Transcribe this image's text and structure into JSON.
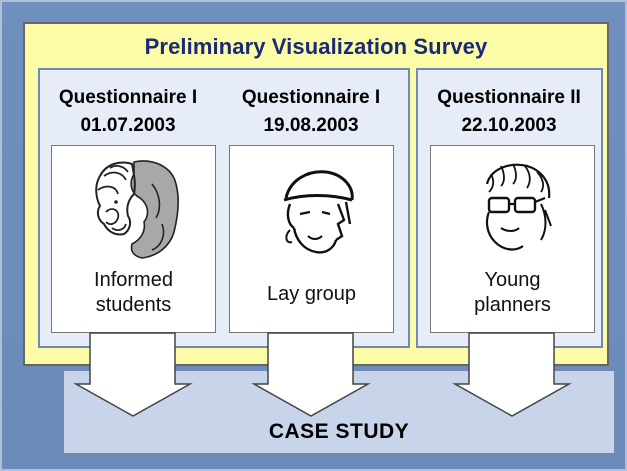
{
  "diagram": {
    "title": "Preliminary Visualization Survey",
    "questionnaires": [
      {
        "name": "Questionnaire I",
        "date": "01.07.2003",
        "group_line1": "Informed",
        "group_line2": "students",
        "face_icon": "face-curly-hair-icon"
      },
      {
        "name": "Questionnaire I",
        "date": "19.08.2003",
        "group_line1": "Lay group",
        "group_line2": "",
        "face_icon": "face-cap-icon"
      },
      {
        "name": "Questionnaire II",
        "date": "22.10.2003",
        "group_line1": "Young",
        "group_line2": "planners",
        "face_icon": "face-glasses-icon"
      }
    ],
    "case_study": "CASE STUDY",
    "colors": {
      "background": "#6f8fbe",
      "survey_fill": "#fdfca6",
      "panel_fill": "#e7edf8",
      "case_fill": "#c7d4ea",
      "title_color": "#1c2a76"
    }
  }
}
